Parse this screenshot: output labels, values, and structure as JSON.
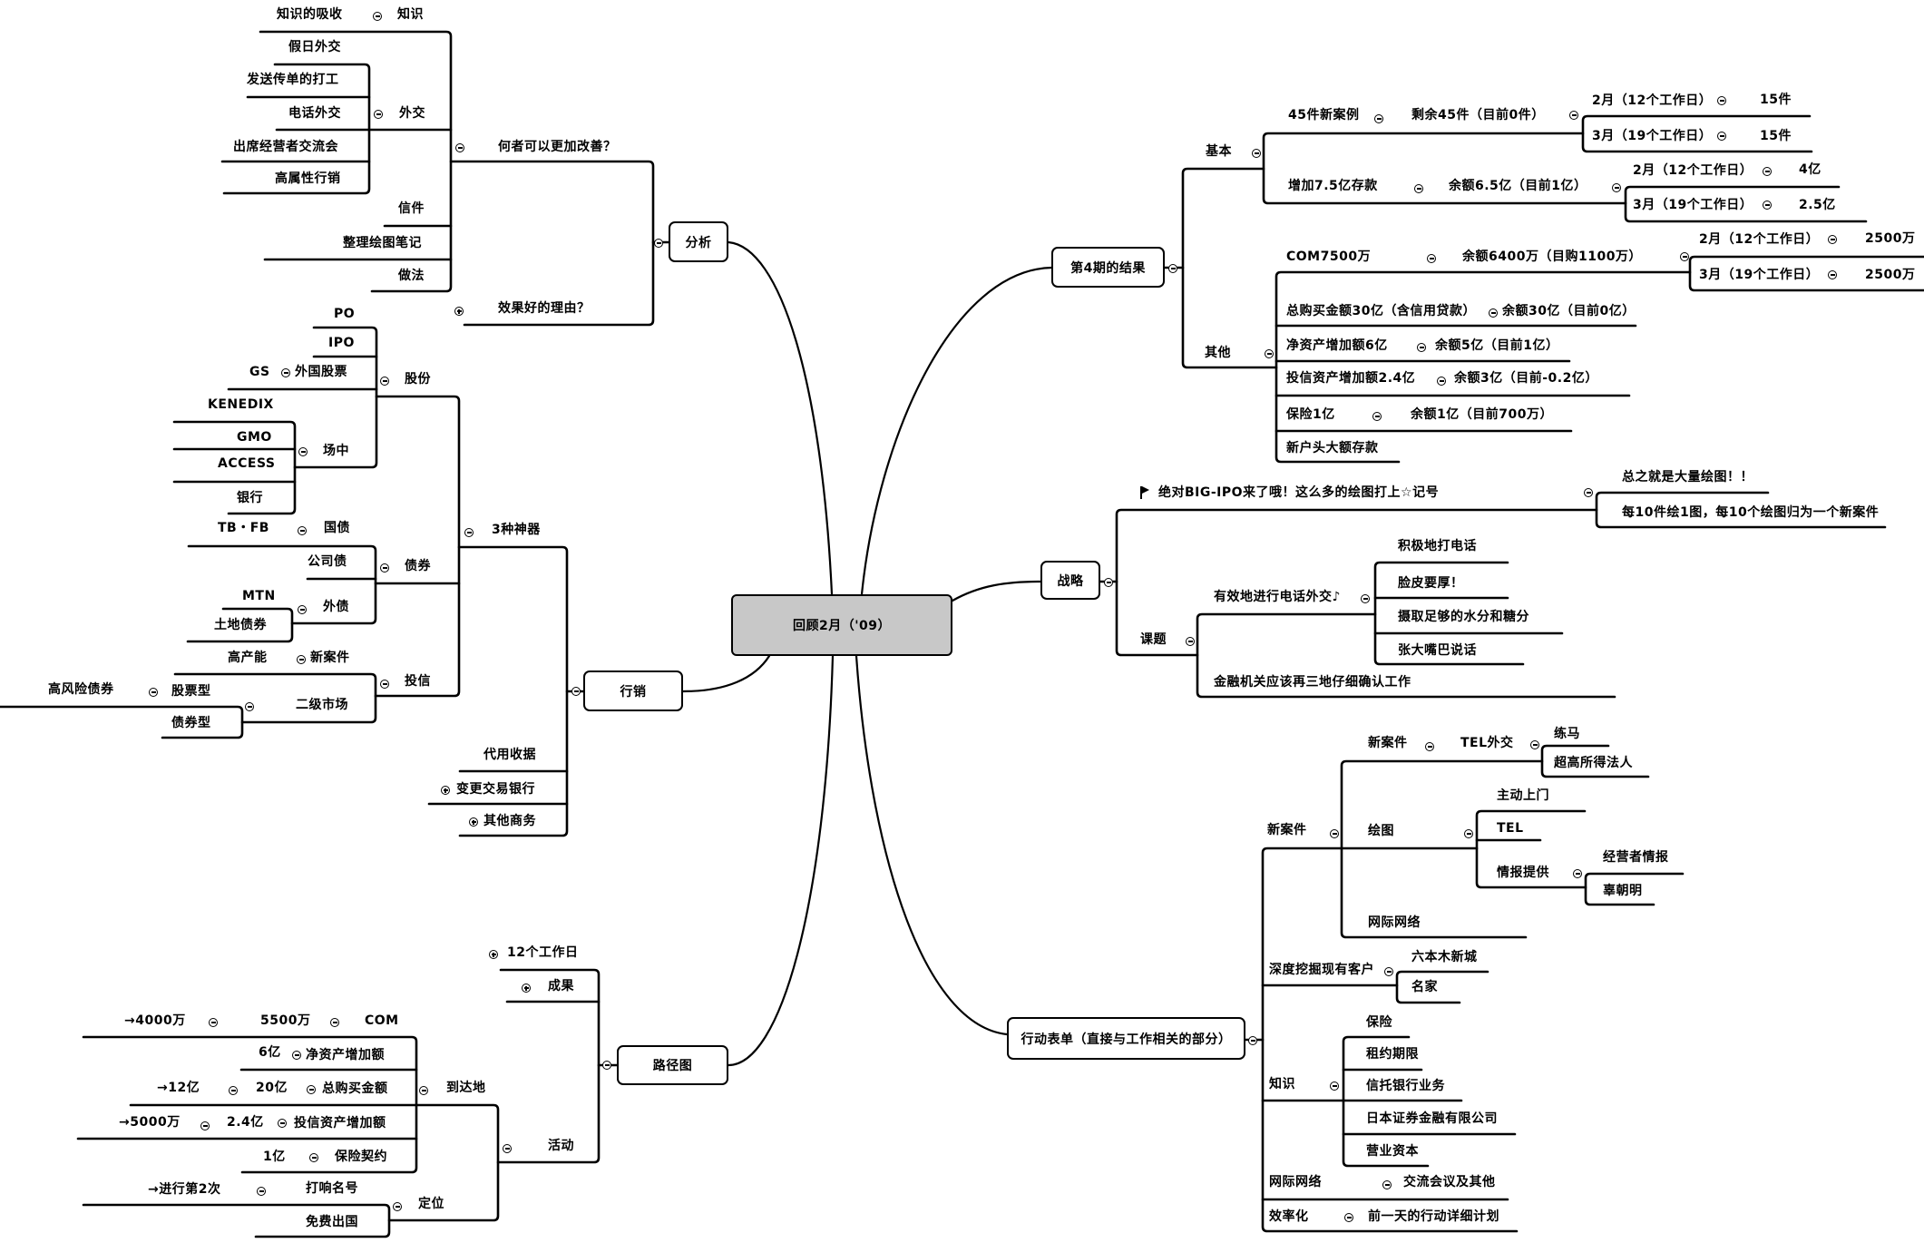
{
  "central_topic": {
    "label": "回顾2月（'09）"
  },
  "icons": {
    "collapse": "collapse-icon",
    "expand": "expand-icon",
    "flag": "flag-icon"
  },
  "branches": [
    {
      "label": "分析",
      "state": "expanded",
      "children": [
        {
          "label": "何者可以更加改善？",
          "state": "expanded",
          "children": [
            {
              "label": "知识",
              "state": "expanded",
              "children": [
                {
                  "label": "知识的吸收"
                }
              ]
            },
            {
              "label": "外交",
              "state": "expanded",
              "children": [
                {
                  "label": "假日外交"
                },
                {
                  "label": "发送传单的打工"
                },
                {
                  "label": "电话外交"
                },
                {
                  "label": "出席经营者交流会"
                },
                {
                  "label": "高属性行销"
                }
              ]
            },
            {
              "label": "信件"
            },
            {
              "label": "整理绘图笔记"
            },
            {
              "label": "做法"
            }
          ]
        },
        {
          "label": "效果好的理由？",
          "state": "collapsed"
        }
      ]
    },
    {
      "label": "行销",
      "state": "expanded",
      "children": [
        {
          "label": "3种神器",
          "state": "expanded",
          "children": [
            {
              "label": "股份",
              "state": "expanded",
              "children": [
                {
                  "label": "PO"
                },
                {
                  "label": "IPO"
                },
                {
                  "label": "外国股票",
                  "state": "expanded",
                  "children": [
                    {
                      "label": "GS"
                    }
                  ]
                },
                {
                  "label": "场中",
                  "state": "expanded",
                  "children": [
                    {
                      "label": "KENEDIX"
                    },
                    {
                      "label": "GMO"
                    },
                    {
                      "label": "ACCESS"
                    },
                    {
                      "label": "银行"
                    }
                  ]
                }
              ]
            },
            {
              "label": "债券",
              "state": "expanded",
              "children": [
                {
                  "label": "国债",
                  "state": "expanded",
                  "children": [
                    {
                      "label": "TB・FB"
                    }
                  ]
                },
                {
                  "label": "公司债"
                },
                {
                  "label": "外债",
                  "state": "expanded",
                  "children": [
                    {
                      "label": "MTN"
                    },
                    {
                      "label": "土地债券"
                    }
                  ]
                }
              ]
            },
            {
              "label": "投信",
              "state": "expanded",
              "children": [
                {
                  "label": "新案件",
                  "state": "expanded",
                  "children": [
                    {
                      "label": "高产能"
                    }
                  ]
                },
                {
                  "label": "二级市场",
                  "state": "expanded",
                  "children": [
                    {
                      "label": "股票型",
                      "state": "expanded",
                      "children": [
                        {
                          "label": "高风险债券"
                        }
                      ]
                    },
                    {
                      "label": "债券型"
                    }
                  ]
                }
              ]
            }
          ]
        },
        {
          "label": "代用收据"
        },
        {
          "label": "变更交易银行",
          "state": "collapsed"
        },
        {
          "label": "其他商务",
          "state": "collapsed"
        }
      ]
    },
    {
      "label": "路径图",
      "state": "expanded",
      "children": [
        {
          "label": "12个工作日",
          "state": "collapsed"
        },
        {
          "label": "成果",
          "state": "collapsed"
        },
        {
          "label": "活动",
          "state": "expanded",
          "children": [
            {
              "label": "到达地",
              "state": "expanded",
              "children": [
                {
                  "label": "COM",
                  "state": "expanded",
                  "children": [
                    {
                      "label": "5500万",
                      "state": "expanded",
                      "children": [
                        {
                          "label": "→4000万"
                        }
                      ]
                    }
                  ]
                },
                {
                  "label": "净资产增加额",
                  "state": "expanded",
                  "children": [
                    {
                      "label": "6亿"
                    }
                  ]
                },
                {
                  "label": "总购买金额",
                  "state": "expanded",
                  "children": [
                    {
                      "label": "20亿",
                      "state": "expanded",
                      "children": [
                        {
                          "label": "→12亿"
                        }
                      ]
                    }
                  ]
                },
                {
                  "label": "投信资产增加额",
                  "state": "expanded",
                  "children": [
                    {
                      "label": "2.4亿",
                      "state": "expanded",
                      "children": [
                        {
                          "label": "→5000万"
                        }
                      ]
                    }
                  ]
                },
                {
                  "label": "保险契约",
                  "state": "expanded",
                  "children": [
                    {
                      "label": "1亿"
                    }
                  ]
                }
              ]
            },
            {
              "label": "定位",
              "state": "expanded",
              "children": [
                {
                  "label": "打响名号",
                  "state": "expanded",
                  "children": [
                    {
                      "label": "→进行第2次"
                    }
                  ]
                },
                {
                  "label": "免费出国"
                }
              ]
            }
          ]
        }
      ]
    },
    {
      "label": "第4期的结果",
      "state": "expanded",
      "children": [
        {
          "label": "基本",
          "state": "expanded",
          "children": [
            {
              "label": "45件新案例",
              "state": "expanded",
              "children": [
                {
                  "label": "剩余45件（目前0件）",
                  "state": "expanded",
                  "children": [
                    {
                      "label": "2月（12个工作日）",
                      "state": "expanded",
                      "children": [
                        {
                          "label": "15件"
                        }
                      ]
                    },
                    {
                      "label": "3月（19个工作日）",
                      "state": "expanded",
                      "children": [
                        {
                          "label": "15件"
                        }
                      ]
                    }
                  ]
                }
              ]
            },
            {
              "label": "增加7.5亿存款",
              "state": "expanded",
              "children": [
                {
                  "label": "余额6.5亿（目前1亿）",
                  "state": "expanded",
                  "children": [
                    {
                      "label": "2月（12个工作日）",
                      "state": "expanded",
                      "children": [
                        {
                          "label": "4亿"
                        }
                      ]
                    },
                    {
                      "label": "3月（19个工作日）",
                      "state": "expanded",
                      "children": [
                        {
                          "label": "2.5亿"
                        }
                      ]
                    }
                  ]
                }
              ]
            }
          ]
        },
        {
          "label": "其他",
          "state": "expanded",
          "children": [
            {
              "label": "COM7500万",
              "state": "expanded",
              "children": [
                {
                  "label": "余额6400万（目购1100万）",
                  "state": "expanded",
                  "children": [
                    {
                      "label": "2月（12个工作日）",
                      "state": "expanded",
                      "children": [
                        {
                          "label": "2500万"
                        }
                      ]
                    },
                    {
                      "label": "3月（19个工作日）",
                      "state": "expanded",
                      "children": [
                        {
                          "label": "2500万"
                        }
                      ]
                    }
                  ]
                }
              ]
            },
            {
              "label": "总购买金额30亿（含信用贷款）",
              "state": "expanded",
              "children": [
                {
                  "label": "余额30亿（目前0亿）"
                }
              ]
            },
            {
              "label": "净资产增加额6亿",
              "state": "expanded",
              "children": [
                {
                  "label": "余额5亿（目前1亿）"
                }
              ]
            },
            {
              "label": "投信资产增加额2.4亿",
              "state": "expanded",
              "children": [
                {
                  "label": "余额3亿（目前-0.2亿）"
                }
              ]
            },
            {
              "label": "保险1亿",
              "state": "expanded",
              "children": [
                {
                  "label": "余额1亿（目前700万）"
                }
              ]
            },
            {
              "label": "新户头大额存款"
            }
          ]
        }
      ]
    },
    {
      "label": "战略",
      "state": "expanded",
      "children": [
        {
          "label": "绝对BIG-IPO来了哦！这么多的绘图打上☆记号",
          "icon": "flag-icon",
          "state": "expanded",
          "children": [
            {
              "label": "总之就是大量绘图！！"
            },
            {
              "label": "每10件绘1图，每10个绘图归为一个新案件"
            }
          ]
        },
        {
          "label": "课题",
          "state": "expanded",
          "children": [
            {
              "label": "有效地进行电话外交♪",
              "state": "expanded",
              "children": [
                {
                  "label": "积极地打电话"
                },
                {
                  "label": "脸皮要厚！"
                },
                {
                  "label": "摄取足够的水分和糖分"
                },
                {
                  "label": "张大嘴巴说话"
                }
              ]
            },
            {
              "label": "金融机关应该再三地仔细确认工作"
            }
          ]
        }
      ]
    },
    {
      "label": "行动表单（直接与工作相关的部分）",
      "state": "expanded",
      "children": [
        {
          "label": "新案件",
          "state": "expanded",
          "children": [
            {
              "label": "新案件",
              "state": "expanded",
              "children": [
                {
                  "label": "TEL外交",
                  "state": "expanded",
                  "children": [
                    {
                      "label": "练马"
                    },
                    {
                      "label": "超高所得法人"
                    }
                  ]
                }
              ]
            },
            {
              "label": "绘图",
              "state": "expanded",
              "children": [
                {
                  "label": "主动上门"
                },
                {
                  "label": "TEL"
                },
                {
                  "label": "情报提供",
                  "state": "expanded",
                  "children": [
                    {
                      "label": "经营者情报"
                    },
                    {
                      "label": "辜朝明"
                    }
                  ]
                }
              ]
            },
            {
              "label": "网际网络"
            }
          ]
        },
        {
          "label": "深度挖掘现有客户",
          "state": "expanded",
          "children": [
            {
              "label": "六本木新城"
            },
            {
              "label": "名家"
            }
          ]
        },
        {
          "label": "知识",
          "state": "expanded",
          "children": [
            {
              "label": "保险"
            },
            {
              "label": "租约期限"
            },
            {
              "label": "信托银行业务"
            },
            {
              "label": "日本证券金融有限公司"
            },
            {
              "label": "营业资本"
            }
          ]
        },
        {
          "label": "网际网络",
          "state": "expanded",
          "children": [
            {
              "label": "交流会议及其他"
            }
          ]
        },
        {
          "label": "效率化",
          "state": "expanded",
          "children": [
            {
              "label": "前一天的行动详细计划"
            }
          ]
        }
      ]
    }
  ]
}
